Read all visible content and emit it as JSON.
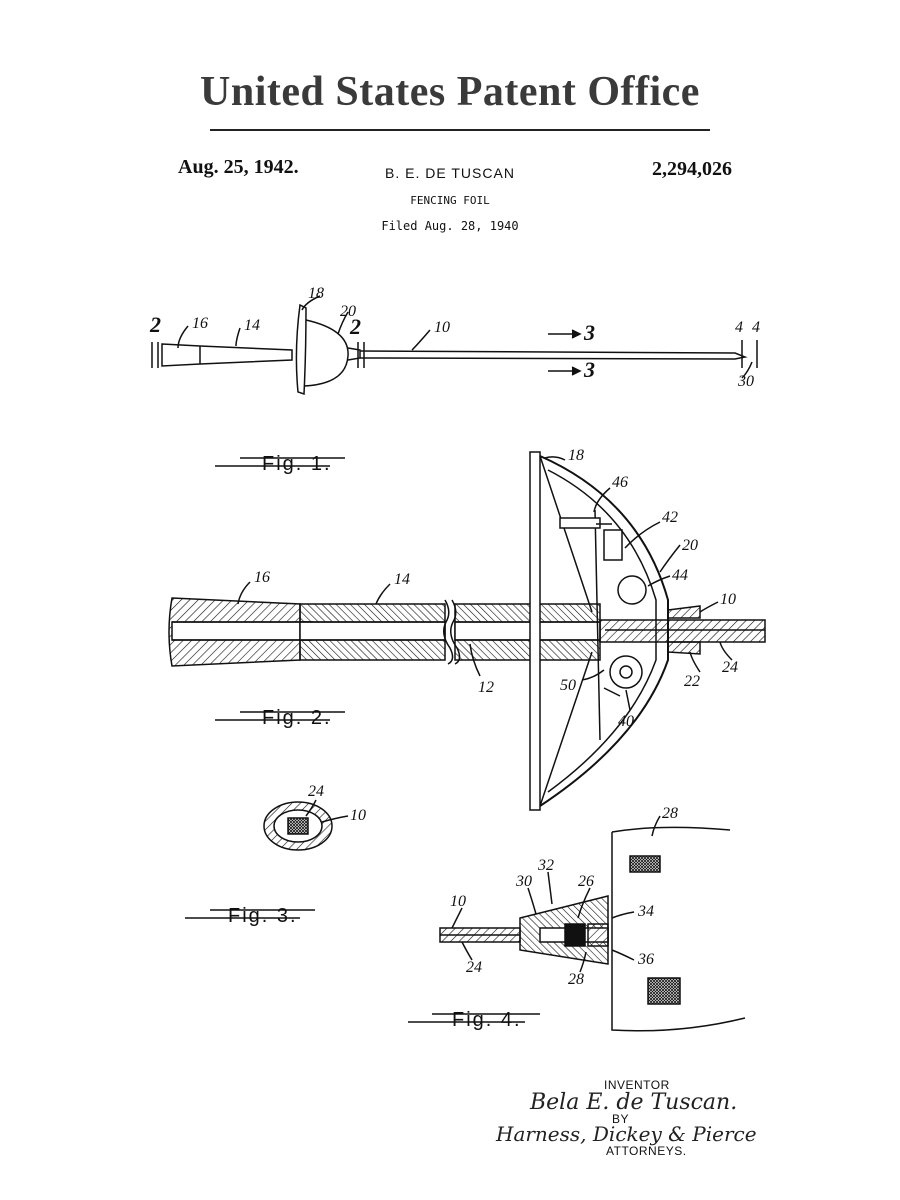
{
  "header": {
    "office": "United States Patent Office",
    "date": "Aug. 25, 1942.",
    "inventor": "B. E. DE TUSCAN",
    "title": "FENCING FOIL",
    "filed": "Filed Aug. 28, 1940",
    "patent_number": "2,294,026"
  },
  "figures": {
    "fig1": {
      "refs": [
        "2",
        "16",
        "14",
        "18",
        "20",
        "2",
        "10",
        "3",
        "3",
        "4",
        "4",
        "30"
      ],
      "caption": "Fig. 1."
    },
    "fig2": {
      "refs": [
        "18",
        "46",
        "42",
        "20",
        "44",
        "10",
        "16",
        "14",
        "12",
        "50",
        "40",
        "22",
        "24"
      ],
      "caption": "Fig. 2."
    },
    "fig3": {
      "refs": [
        "24",
        "10"
      ],
      "caption": "Fig. 3."
    },
    "fig4": {
      "refs": [
        "28",
        "32",
        "30",
        "26",
        "10",
        "34",
        "36",
        "24",
        "28"
      ],
      "caption": "Fig. 4."
    }
  },
  "signature": {
    "inventor_label": "INVENTOR",
    "inventor_name": "Bela E. de Tuscan.",
    "by_label": "BY",
    "attorneys_name": "Harness, Dickey & Pierce",
    "attorneys_label": "ATTORNEYS."
  }
}
